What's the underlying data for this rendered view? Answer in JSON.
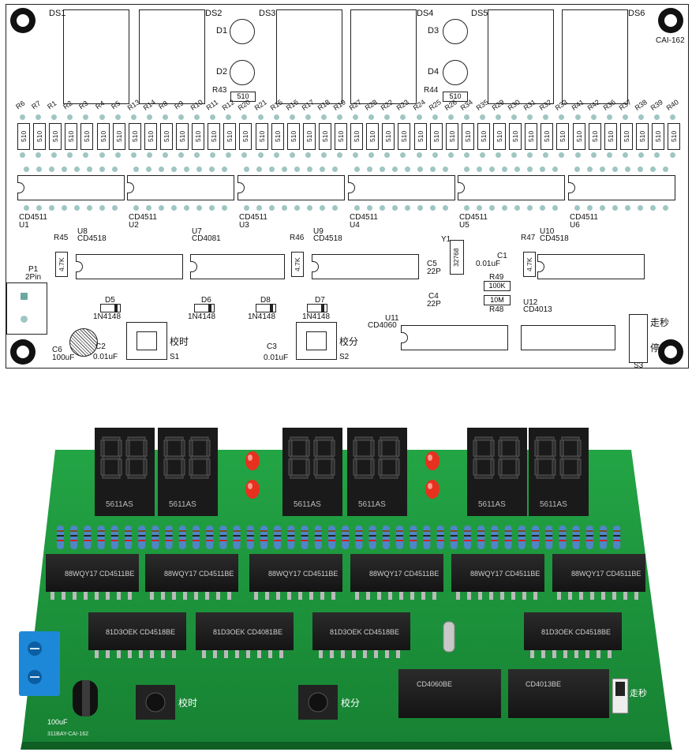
{
  "top_board": {
    "corner_label": "CAI-162",
    "displays": [
      "DS1",
      "DS2",
      "DS3",
      "DS4",
      "DS5",
      "DS6"
    ],
    "leds": [
      "D1",
      "D2",
      "D3",
      "D4"
    ],
    "r43": {
      "name": "R43",
      "value": "510"
    },
    "r44": {
      "name": "R44",
      "value": "510"
    },
    "resistor_names": [
      "R6",
      "R7",
      "R1",
      "R2",
      "R3",
      "R4",
      "R5",
      "R13",
      "R14",
      "R8",
      "R9",
      "R10",
      "R11",
      "R12",
      "R20",
      "R21",
      "R15",
      "R16",
      "R17",
      "R18",
      "R19",
      "R27",
      "R28",
      "R22",
      "R23",
      "R24",
      "R25",
      "R26",
      "R34",
      "R35",
      "R29",
      "R30",
      "R31",
      "R32",
      "R33",
      "R41",
      "R42",
      "R36",
      "R37",
      "R38",
      "R39",
      "R40"
    ],
    "resistor_value": "510",
    "cd4511": [
      {
        "part": "CD4511",
        "ref": "U1"
      },
      {
        "part": "CD4511",
        "ref": "U2"
      },
      {
        "part": "CD4511",
        "ref": "U3"
      },
      {
        "part": "CD4511",
        "ref": "U4"
      },
      {
        "part": "CD4511",
        "ref": "U5"
      },
      {
        "part": "CD4511",
        "ref": "U6"
      }
    ],
    "u8": {
      "ref": "U8",
      "part": "CD4518"
    },
    "u7": {
      "ref": "U7",
      "part": "CD4081"
    },
    "u9": {
      "ref": "U9",
      "part": "CD4518"
    },
    "u10": {
      "ref": "U10",
      "part": "CD4518"
    },
    "u11": {
      "ref": "U11",
      "part": "CD4060"
    },
    "u12": {
      "ref": "U12",
      "part": "CD4013"
    },
    "r45": {
      "name": "R45",
      "value": "4.7K"
    },
    "r46": {
      "name": "R46",
      "value": "4.7K"
    },
    "r47": {
      "name": "R47",
      "value": "4.7K"
    },
    "r49": {
      "name": "R49",
      "value": "100K"
    },
    "r48": {
      "name": "R48",
      "value": "10M"
    },
    "y1": {
      "name": "Y1",
      "value": "32768"
    },
    "c1": {
      "name": "C1",
      "value": "0.01uF"
    },
    "c2": {
      "name": "C2",
      "value": "0.01uF"
    },
    "c3": {
      "name": "C3",
      "value": "0.01uF"
    },
    "c4": {
      "name": "C4",
      "value": "22P"
    },
    "c5": {
      "name": "C5",
      "value": "22P"
    },
    "c6": {
      "name": "C6",
      "value": "100uF"
    },
    "p1": {
      "name": "P1",
      "value": "2Pin"
    },
    "diodes": [
      {
        "name": "D5",
        "part": "1N4148"
      },
      {
        "name": "D6",
        "part": "1N4148"
      },
      {
        "name": "D8",
        "part": "1N4148"
      },
      {
        "name": "D7",
        "part": "1N4148"
      }
    ],
    "s1": {
      "name": "S1",
      "label": "校时"
    },
    "s2": {
      "name": "S2",
      "label": "校分"
    },
    "s3": {
      "name": "S3",
      "run": "走秒",
      "stop": "停"
    }
  },
  "photo": {
    "display_part": "5611AS",
    "chip_row1": [
      "88WQY17 CD4511BE",
      "88WQY17 CD4511BE",
      "88WQY17 CD4511BE",
      "88WQY17 CD4511BE",
      "88WQY17 CD4511BE",
      "88WQY17 CD4511BE"
    ],
    "chip_row2": [
      "81D3OEK CD4518BE",
      "81D3OEK CD4081BE",
      "81D3OEK CD4518BE",
      "81D3OEK CD4518BE"
    ],
    "chip_u11": "CD4060BE",
    "chip_u12": "CD4013BE",
    "s1_label": "校时",
    "s2_label": "校分",
    "s3_label": "走秒",
    "c6_value": "100uF",
    "board_id": "311BAY-CAI-162",
    "colors": {
      "pcb": "#1f9a3d",
      "pcb_dark": "#157a2e",
      "chip": "#1d1d1d",
      "led": "#e8301f",
      "terminal": "#1e88d8"
    }
  }
}
